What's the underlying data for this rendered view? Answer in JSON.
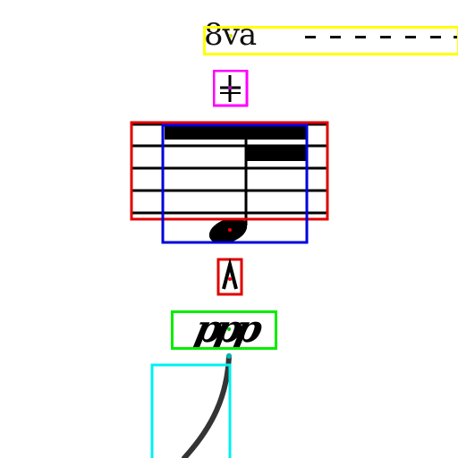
{
  "score": {
    "ottava_label": "8va",
    "dynamic_label": "ppp"
  },
  "annotation_colors": {
    "ottava": "#ffff00",
    "pedal_mark": "#ff00ff",
    "staff": "#ff0000",
    "measure": "#0000ff",
    "accent": "#ff0000",
    "dynamic": "#00ff00",
    "slur": "#00ffff"
  },
  "symbols": [
    "ottava-line",
    "sharp-cross-symbol",
    "staff-lines",
    "barline",
    "beams",
    "notehead",
    "marcato-accent",
    "dynamic-ppp",
    "slur"
  ]
}
